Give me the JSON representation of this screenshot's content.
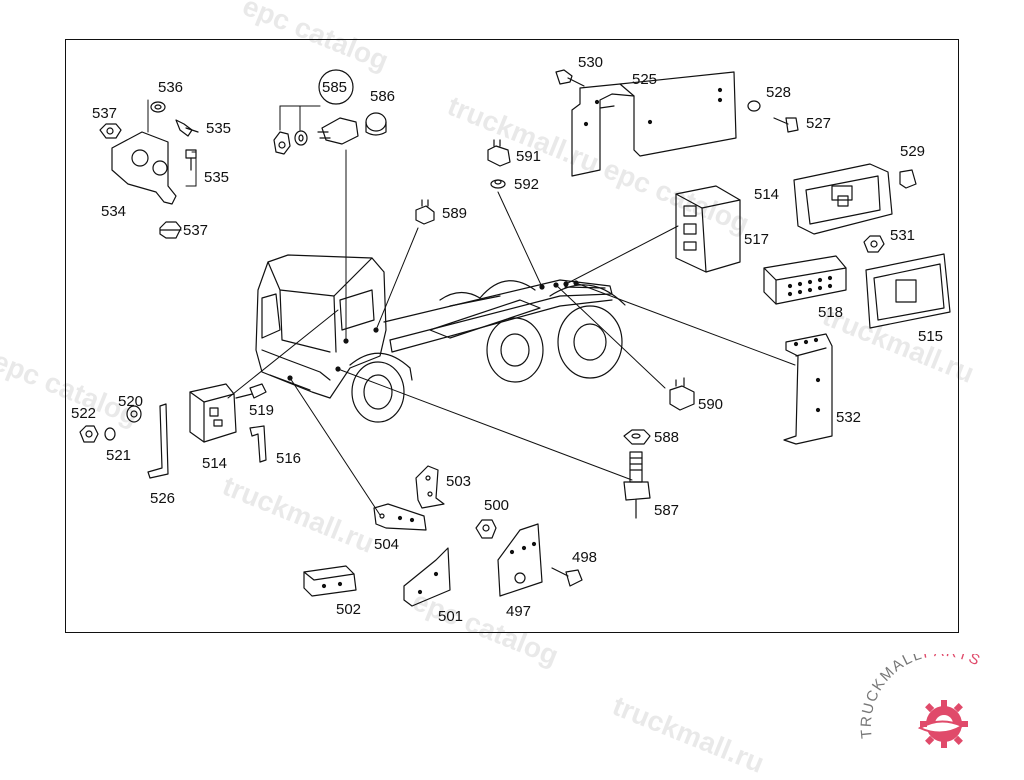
{
  "watermark": {
    "text_a": "truckmall.ru",
    "text_b": "epc catalog",
    "text_c": "truckmall.ru epc catalog"
  },
  "logo": {
    "text_main": "TRUCKMALL",
    "text_accent": "PARTS",
    "accent_color": "#e04a6a"
  },
  "parts": {
    "p537a": "537",
    "p536": "536",
    "p535a": "535",
    "p535b": "535",
    "p534": "534",
    "p537b": "537",
    "p585": "585",
    "p586": "586",
    "p589": "589",
    "p530": "530",
    "p525": "525",
    "p528": "528",
    "p527": "527",
    "p591": "591",
    "p592": "592",
    "p529": "529",
    "p514a": "514",
    "p517": "517",
    "p531": "531",
    "p518": "518",
    "p515": "515",
    "p520": "520",
    "p522": "522",
    "p521": "521",
    "p519": "519",
    "p514b": "514",
    "p516": "516",
    "p526": "526",
    "p590": "590",
    "p532": "532",
    "p588": "588",
    "p587": "587",
    "p503": "503",
    "p500": "500",
    "p504": "504",
    "p498": "498",
    "p502": "502",
    "p501": "501",
    "p497": "497"
  }
}
